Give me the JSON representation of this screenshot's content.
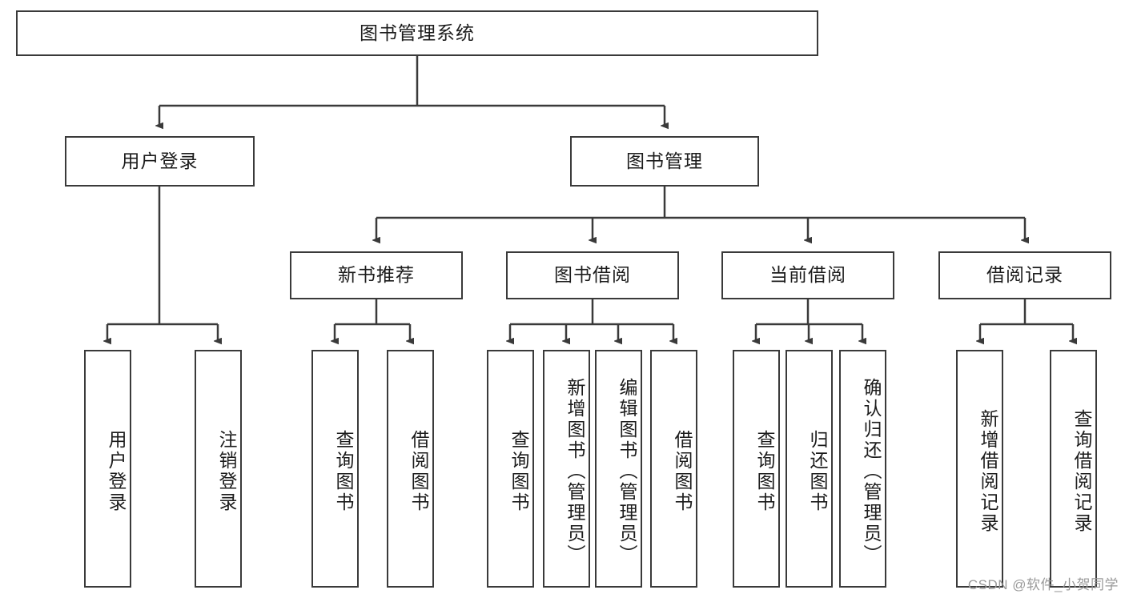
{
  "diagram": {
    "title": "图书管理系统",
    "type": "tree-hierarchy-diagram",
    "colors": {
      "stroke": "#3a3a3a",
      "fill": "#ffffff",
      "text": "#1c1c1c",
      "watermark": "#9a9a9a"
    },
    "root": {
      "label": "图书管理系统"
    },
    "level1": [
      {
        "label": "用户登录"
      },
      {
        "label": "图书管理"
      }
    ],
    "level2": [
      {
        "label": "新书推荐"
      },
      {
        "label": "图书借阅"
      },
      {
        "label": "当前借阅"
      },
      {
        "label": "借阅记录"
      }
    ],
    "leaves": {
      "user_login": [
        {
          "label": "用户登录"
        },
        {
          "label": "注销登录"
        }
      ],
      "new_book_recommend": [
        {
          "label": "查询图书"
        },
        {
          "label": "借阅图书"
        }
      ],
      "book_borrow": [
        {
          "label": "查询图书"
        },
        {
          "label": "新增图书（管理员）"
        },
        {
          "label": "编辑图书（管理员）"
        },
        {
          "label": "借阅图书"
        }
      ],
      "current_borrow": [
        {
          "label": "查询图书"
        },
        {
          "label": "归还图书"
        },
        {
          "label": "确认归还（管理员）"
        }
      ],
      "borrow_record": [
        {
          "label": "新增借阅记录"
        },
        {
          "label": "查询借阅记录"
        }
      ]
    },
    "watermark": "CSDN @软件_小贺同学"
  }
}
